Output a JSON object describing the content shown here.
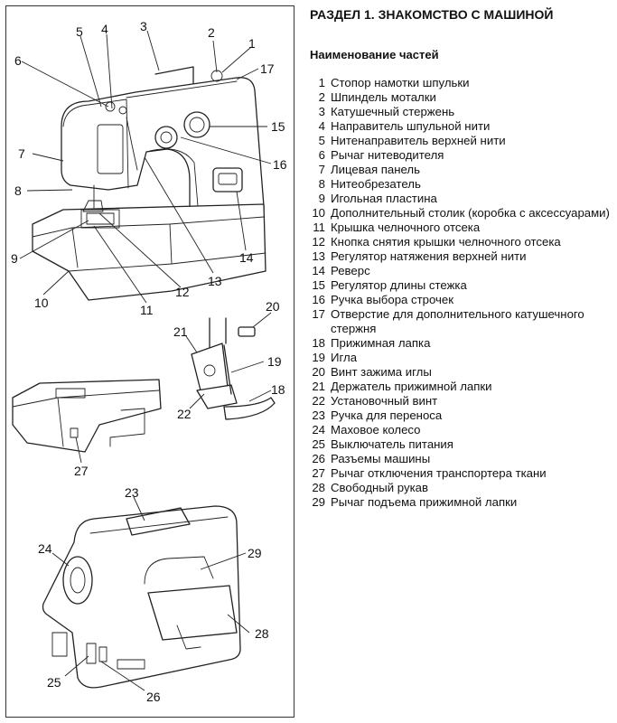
{
  "section_title": "РАЗДЕЛ 1. ЗНАКОМСТВО С МАШИНОЙ",
  "list_title": "Наименование частей",
  "parts": [
    {
      "num": "1",
      "name": "Стопор намотки шпульки"
    },
    {
      "num": "2",
      "name": "Шпиндель моталки"
    },
    {
      "num": "3",
      "name": "Катушечный стержень"
    },
    {
      "num": "4",
      "name": "Направитель шпульной нити"
    },
    {
      "num": "5",
      "name": "Нитенаправитель верхней нити"
    },
    {
      "num": "6",
      "name": "Рычаг нитеводителя"
    },
    {
      "num": "7",
      "name": "Лицевая панель"
    },
    {
      "num": "8",
      "name": "Нитеобрезатель"
    },
    {
      "num": "9",
      "name": "Игольная пластина"
    },
    {
      "num": "10",
      "name": "Дополнительный столик (коробка с аксессуарами)"
    },
    {
      "num": "11",
      "name": "Крышка челночного отсека"
    },
    {
      "num": "12",
      "name": "Кнопка снятия крышки челночного отсека"
    },
    {
      "num": "13",
      "name": "Регулятор натяжения верхней нити"
    },
    {
      "num": "14",
      "name": "Реверс"
    },
    {
      "num": "15",
      "name": "Регулятор длины стежка"
    },
    {
      "num": "16",
      "name": "Ручка выбора строчек"
    },
    {
      "num": "17",
      "name": "Отверстие для дополнительного катушечного стержня"
    },
    {
      "num": "18",
      "name": "Прижимная лапка"
    },
    {
      "num": "19",
      "name": "Игла"
    },
    {
      "num": "20",
      "name": "Винт зажима иглы"
    },
    {
      "num": "21",
      "name": "Держатель прижимной лапки"
    },
    {
      "num": "22",
      "name": "Установочный винт"
    },
    {
      "num": "23",
      "name": "Ручка для переноса"
    },
    {
      "num": "24",
      "name": "Маховое колесо"
    },
    {
      "num": "25",
      "name": "Выключатель питания"
    },
    {
      "num": "26",
      "name": "Разъемы машины"
    },
    {
      "num": "27",
      "name": "Рычаг отключения транспортера ткани"
    },
    {
      "num": "28",
      "name": "Свободный рукав"
    },
    {
      "num": "29",
      "name": "Рычаг подъема прижимной лапки"
    }
  ]
}
